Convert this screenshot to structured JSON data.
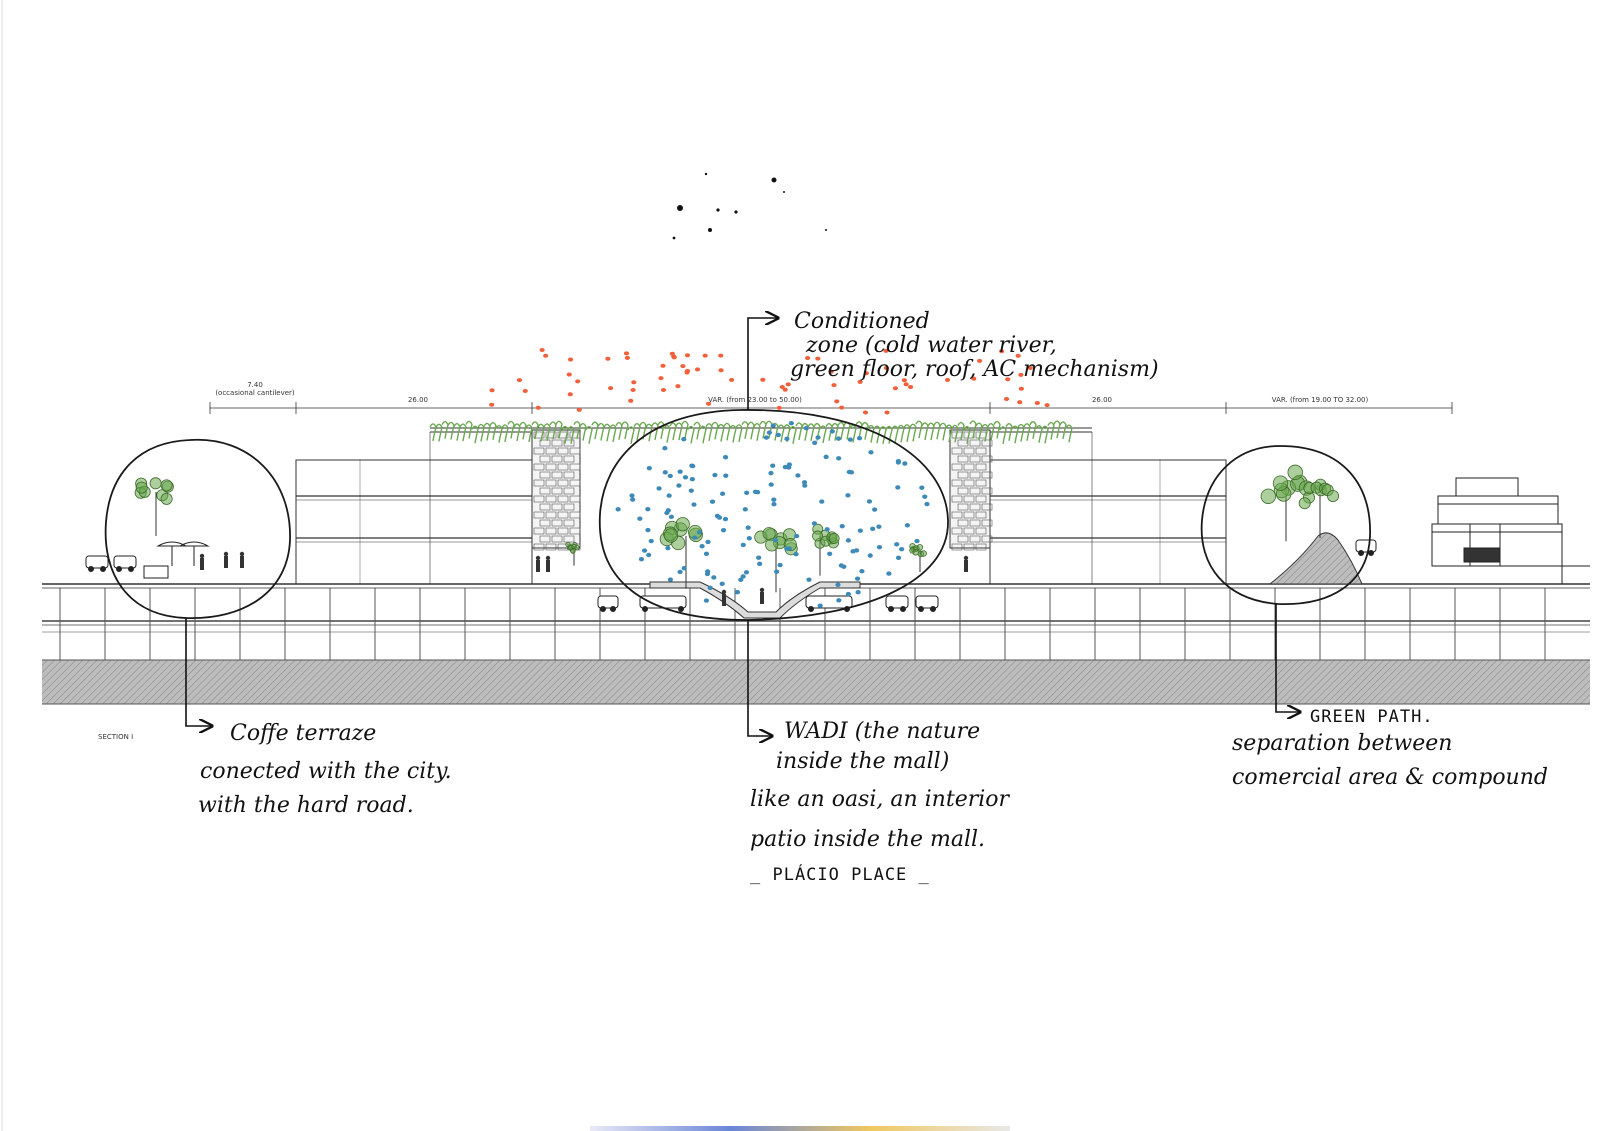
{
  "dimensions": {
    "left_top": "7.40",
    "left_sub": "(occasional cantilever)",
    "span_1": "26.00",
    "span_2": "VAR. (from 23.00 to 50.00)",
    "span_3": "26.00",
    "span_4": "VAR. (from 19.00 TO 32.00)"
  },
  "section_label": "SECTION I",
  "notes": {
    "conditioned": {
      "line1": "Conditioned",
      "line2": "zone (cold water river,",
      "line3": "green floor, roof, AC mechanism)"
    },
    "coffee": {
      "line1": "Coffe terraze",
      "line2": "conected with the city.",
      "line3": "with the hard road."
    },
    "wadi": {
      "line1": "WADI (the nature",
      "line2": "inside the mall)",
      "line3": "like an oasi, an interior",
      "line4": "patio inside the mall.",
      "line5": "_ PLÁCIO PLACE _"
    },
    "green_path": {
      "line1": "GREEN PATH.",
      "line2": "separation between",
      "line3": "comercial area & compound"
    }
  },
  "colors": {
    "ink": "#1a1a1a",
    "vegetation": "#6aa84f",
    "water_dots": "#3d8ab8",
    "heat_dots": "#f0603a",
    "ground_hatch": "#a9a9a9"
  }
}
